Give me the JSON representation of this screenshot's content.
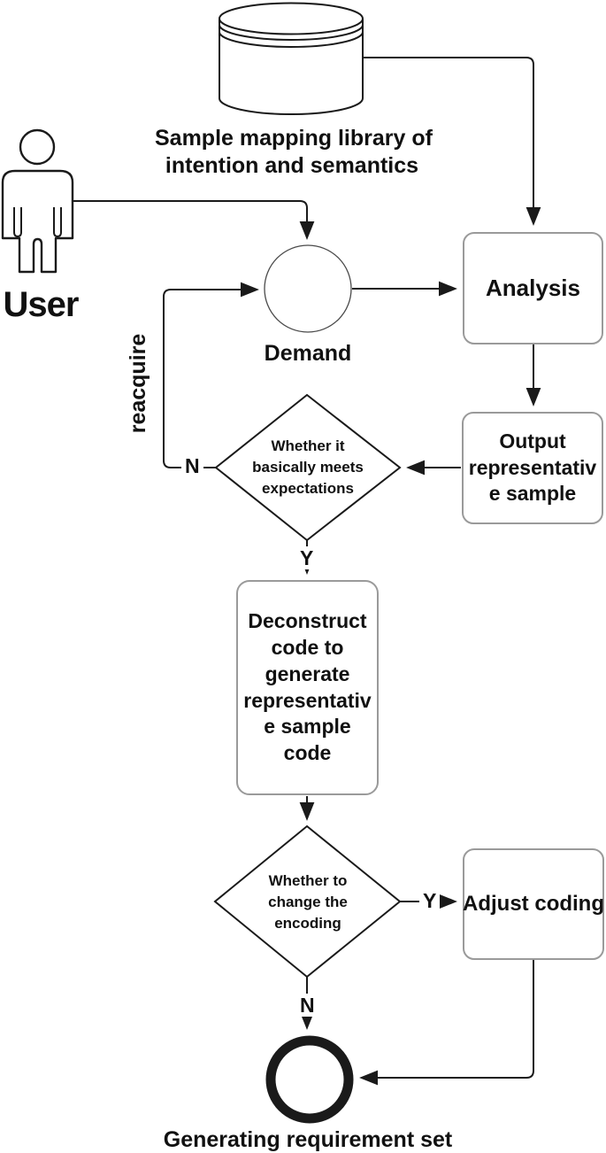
{
  "flow": {
    "database": {
      "label_line1": "Sample mapping library of",
      "label_line2": "intention and semantics"
    },
    "user": {
      "label": "User"
    },
    "demand": {
      "label": "Demand"
    },
    "analysis": {
      "label": "Analysis"
    },
    "output_box": {
      "lines": [
        "Output",
        "representativ",
        "e sample"
      ]
    },
    "decision1": {
      "lines": [
        "Whether it",
        "basically meets",
        "expectations"
      ],
      "no_label": "N",
      "yes_label": "Y"
    },
    "reacquire_label": "reacquire",
    "deconstruct_box": {
      "lines": [
        "Deconstruct",
        "code to",
        "generate",
        "representativ",
        "e sample",
        "code"
      ]
    },
    "decision2": {
      "lines": [
        "Whether to",
        "change the",
        "encoding"
      ],
      "yes_label": "Y",
      "no_label": "N"
    },
    "adjust_box": {
      "label": "Adjust coding"
    },
    "end_node": {
      "label": "Generating requirement set"
    },
    "colors": {
      "line": "#1a1a1a",
      "box_border": "#9a9a9a",
      "background": "#ffffff",
      "text": "#111111"
    }
  }
}
